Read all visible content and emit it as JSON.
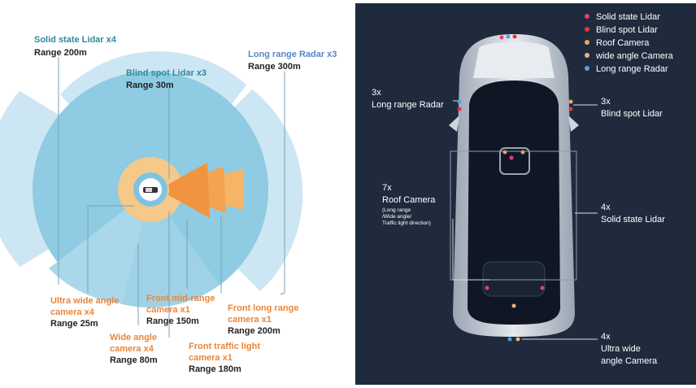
{
  "left": {
    "solid_state": {
      "title": "Solid state Lidar x4",
      "range": "Range 200m"
    },
    "long_radar": {
      "title": "Long range Radar x3",
      "range": "Range 300m"
    },
    "blind_spot": {
      "title": "Blind spot Lidar x3",
      "range": "Range 30m"
    },
    "ultra_wide": {
      "line1": "Ultra wide angle",
      "line2": "camera x4",
      "range": "Range 25m"
    },
    "front_mid": {
      "line1": "Front mid-range",
      "line2": "camera x1",
      "range": "Range 150m"
    },
    "front_long": {
      "line1": "Front long range",
      "line2": "camera x1",
      "range": "Range 200m"
    },
    "wide_angle": {
      "line1": "Wide angle",
      "line2": "camera x4",
      "range": "Range 80m"
    },
    "traffic_light": {
      "line1": "Front traffic light",
      "line2": "camera x1",
      "range": "Range 180m"
    }
  },
  "right": {
    "legend": [
      {
        "label": "Solid state Lidar",
        "color": "#e0446a"
      },
      {
        "label": "Blind spot Lidar",
        "color": "#e2333b"
      },
      {
        "label": "Roof Camera",
        "color": "#f0a464"
      },
      {
        "label": "wide angle Camera",
        "color": "#f2b27a"
      },
      {
        "label": "Long range Radar",
        "color": "#5a9fe0"
      }
    ],
    "radar_count": "3x",
    "radar_label": "Long range Radar",
    "blind_count": "3x",
    "blind_label": "Blind spot Lidar",
    "roof_count": "7x",
    "roof_label": "Roof Camera",
    "roof_sub1": "(Long range",
    "roof_sub2": "/Wide angle/",
    "roof_sub3": "Traffic light direction)",
    "solid_count": "4x",
    "solid_label": "Solid state Lidar",
    "ultra_count": "4x",
    "ultra_line1": "Ultra wide",
    "ultra_line2": "angle Camera"
  },
  "colors": {
    "lidar_teal": "#2a8c9e",
    "camera_orange": "#e8863a",
    "radar_blue": "#5b86c4",
    "dark_bg": "#1f2b3d"
  }
}
